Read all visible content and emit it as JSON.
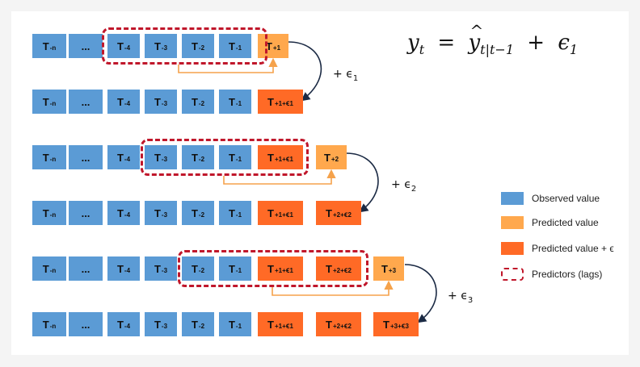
{
  "formula": {
    "lhs": "y",
    "lhs_sub": "t",
    "eq": "=",
    "rhs_main": "y",
    "rhs_sub": "t|t−1",
    "plus": "+",
    "eps": "ϵ",
    "eps_sub": "1"
  },
  "rows": [
    {
      "boxes": [
        {
          "kind": "obs",
          "text": "T",
          "sub": "-n"
        },
        {
          "kind": "obs",
          "text": "..."
        },
        {
          "kind": "obs",
          "text": "T",
          "sub": "-4"
        },
        {
          "kind": "obs",
          "text": "T",
          "sub": "-3"
        },
        {
          "kind": "obs",
          "text": "T",
          "sub": "-2"
        },
        {
          "kind": "obs",
          "text": "T",
          "sub": "-1"
        }
      ],
      "predicted": {
        "text": "T",
        "sub": "+1"
      }
    },
    {
      "boxes": [
        {
          "kind": "obs",
          "text": "T",
          "sub": "-n"
        },
        {
          "kind": "obs",
          "text": "..."
        },
        {
          "kind": "obs",
          "text": "T",
          "sub": "-4"
        },
        {
          "kind": "obs",
          "text": "T",
          "sub": "-3"
        },
        {
          "kind": "obs",
          "text": "T",
          "sub": "-2"
        },
        {
          "kind": "obs",
          "text": "T",
          "sub": "-1"
        },
        {
          "kind": "predeps",
          "text": "T",
          "sub": "+1+",
          "eps": "ϵ",
          "eps_sub": "1"
        }
      ]
    },
    {
      "boxes": [
        {
          "kind": "obs",
          "text": "T",
          "sub": "-n"
        },
        {
          "kind": "obs",
          "text": "..."
        },
        {
          "kind": "obs",
          "text": "T",
          "sub": "-4"
        },
        {
          "kind": "obs",
          "text": "T",
          "sub": "-3"
        },
        {
          "kind": "obs",
          "text": "T",
          "sub": "-2"
        },
        {
          "kind": "obs",
          "text": "T",
          "sub": "-1"
        },
        {
          "kind": "predeps",
          "text": "T",
          "sub": "+1+",
          "eps": "ϵ",
          "eps_sub": "1"
        }
      ],
      "predicted": {
        "text": "T",
        "sub": "+2"
      }
    },
    {
      "boxes": [
        {
          "kind": "obs",
          "text": "T",
          "sub": "-n"
        },
        {
          "kind": "obs",
          "text": "..."
        },
        {
          "kind": "obs",
          "text": "T",
          "sub": "-4"
        },
        {
          "kind": "obs",
          "text": "T",
          "sub": "-3"
        },
        {
          "kind": "obs",
          "text": "T",
          "sub": "-2"
        },
        {
          "kind": "obs",
          "text": "T",
          "sub": "-1"
        },
        {
          "kind": "predeps",
          "text": "T",
          "sub": "+1+",
          "eps": "ϵ",
          "eps_sub": "1"
        },
        {
          "kind": "predeps",
          "text": "T",
          "sub": "+2+",
          "eps": "ϵ",
          "eps_sub": "2"
        }
      ]
    },
    {
      "boxes": [
        {
          "kind": "obs",
          "text": "T",
          "sub": "-n"
        },
        {
          "kind": "obs",
          "text": "..."
        },
        {
          "kind": "obs",
          "text": "T",
          "sub": "-4"
        },
        {
          "kind": "obs",
          "text": "T",
          "sub": "-3"
        },
        {
          "kind": "obs",
          "text": "T",
          "sub": "-2"
        },
        {
          "kind": "obs",
          "text": "T",
          "sub": "-1"
        },
        {
          "kind": "predeps",
          "text": "T",
          "sub": "+1+",
          "eps": "ϵ",
          "eps_sub": "1"
        },
        {
          "kind": "predeps",
          "text": "T",
          "sub": "+2+",
          "eps": "ϵ",
          "eps_sub": "2"
        }
      ],
      "predicted": {
        "text": "T",
        "sub": "+3"
      }
    },
    {
      "boxes": [
        {
          "kind": "obs",
          "text": "T",
          "sub": "-n"
        },
        {
          "kind": "obs",
          "text": "..."
        },
        {
          "kind": "obs",
          "text": "T",
          "sub": "-4"
        },
        {
          "kind": "obs",
          "text": "T",
          "sub": "-3"
        },
        {
          "kind": "obs",
          "text": "T",
          "sub": "-2"
        },
        {
          "kind": "obs",
          "text": "T",
          "sub": "-1"
        },
        {
          "kind": "predeps",
          "text": "T",
          "sub": "+1+",
          "eps": "ϵ",
          "eps_sub": "1"
        },
        {
          "kind": "predeps",
          "text": "T",
          "sub": "+2+",
          "eps": "ϵ",
          "eps_sub": "2"
        },
        {
          "kind": "predeps",
          "text": "T",
          "sub": "+3+",
          "eps": "ϵ",
          "eps_sub": "3"
        }
      ]
    }
  ],
  "eps_labels": [
    {
      "plus": "+",
      "eps": "ϵ",
      "sub": "1"
    },
    {
      "plus": "+",
      "eps": "ϵ",
      "sub": "2"
    },
    {
      "plus": "+",
      "eps": "ϵ",
      "sub": "3"
    }
  ],
  "legend": [
    {
      "swatch": "obs",
      "text": "Observed value"
    },
    {
      "swatch": "pred",
      "text": "Predicted value"
    },
    {
      "swatch": "predeps",
      "text": "Predicted value + ϵ"
    },
    {
      "swatch": "dash",
      "text": "Predictors (lags)"
    }
  ],
  "colors": {
    "observed": "#5b9bd5",
    "predicted": "#ffa84d",
    "predicted_eps": "#ff6a26",
    "lag_border": "#c0172b",
    "lag_arrow": "#f5a24b",
    "curve_arrow": "#1b2a44"
  }
}
